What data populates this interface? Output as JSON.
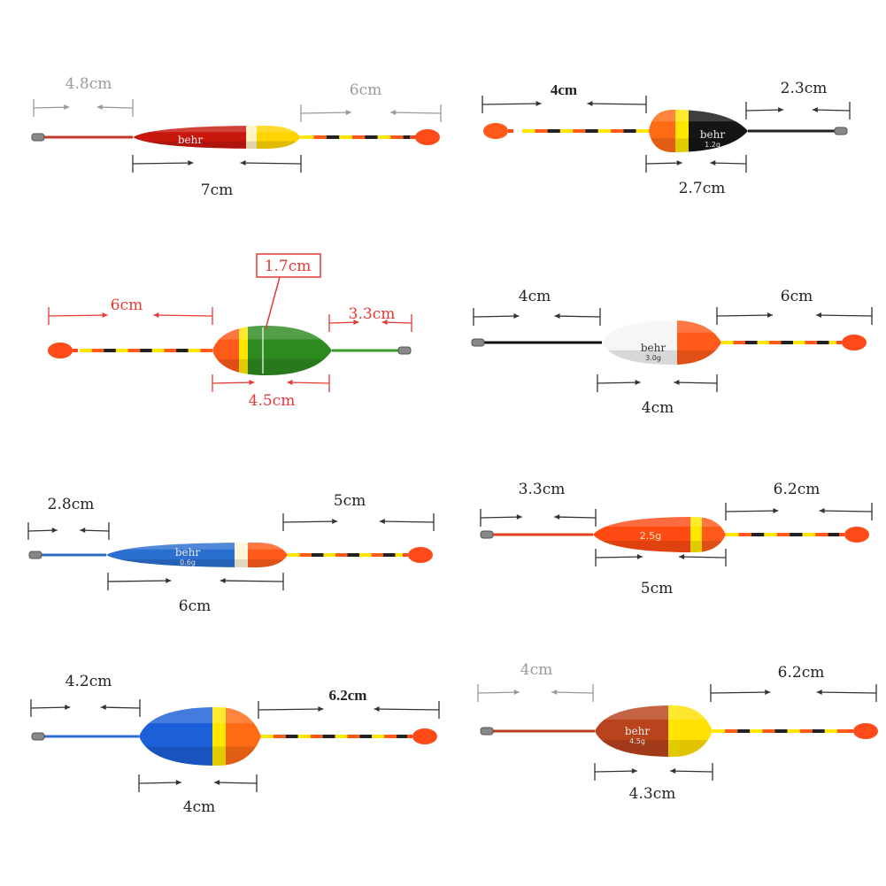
{
  "floats": [
    {
      "name": "float-red-yellow",
      "logo": "behr",
      "weight": "",
      "dims": [
        "4.8cm",
        "6cm",
        "7cm"
      ]
    },
    {
      "name": "float-black-orange",
      "logo": "behr",
      "weight": "1.2g",
      "dims": [
        "4cm",
        "2.3cm",
        "2.7cm"
      ]
    },
    {
      "name": "float-green-orange",
      "logo": "",
      "weight": "",
      "dims": [
        "6cm",
        "1.7cm",
        "3.3cm",
        "4.5cm"
      ]
    },
    {
      "name": "float-white-orange",
      "logo": "behr",
      "weight": "3.0g",
      "dims": [
        "4cm",
        "6cm",
        "4cm"
      ]
    },
    {
      "name": "float-blue-orange-slim",
      "logo": "behr",
      "weight": "0.6g",
      "dims": [
        "2.8cm",
        "5cm",
        "6cm"
      ]
    },
    {
      "name": "float-orange",
      "logo": "",
      "weight": "2.5g",
      "dims": [
        "3.3cm",
        "6.2cm",
        "5cm"
      ]
    },
    {
      "name": "float-blue-orange",
      "logo": "",
      "weight": "",
      "dims": [
        "4.2cm",
        "6.2cm",
        "4cm"
      ]
    },
    {
      "name": "float-brown-yellow",
      "logo": "behr",
      "weight": "4.5g",
      "dims": [
        "4cm",
        "6.2cm",
        "4.3cm"
      ]
    }
  ],
  "colors": {
    "orange": "#ff5a1a",
    "yellow": "#ffe600",
    "red_annotation": "#e53935"
  }
}
